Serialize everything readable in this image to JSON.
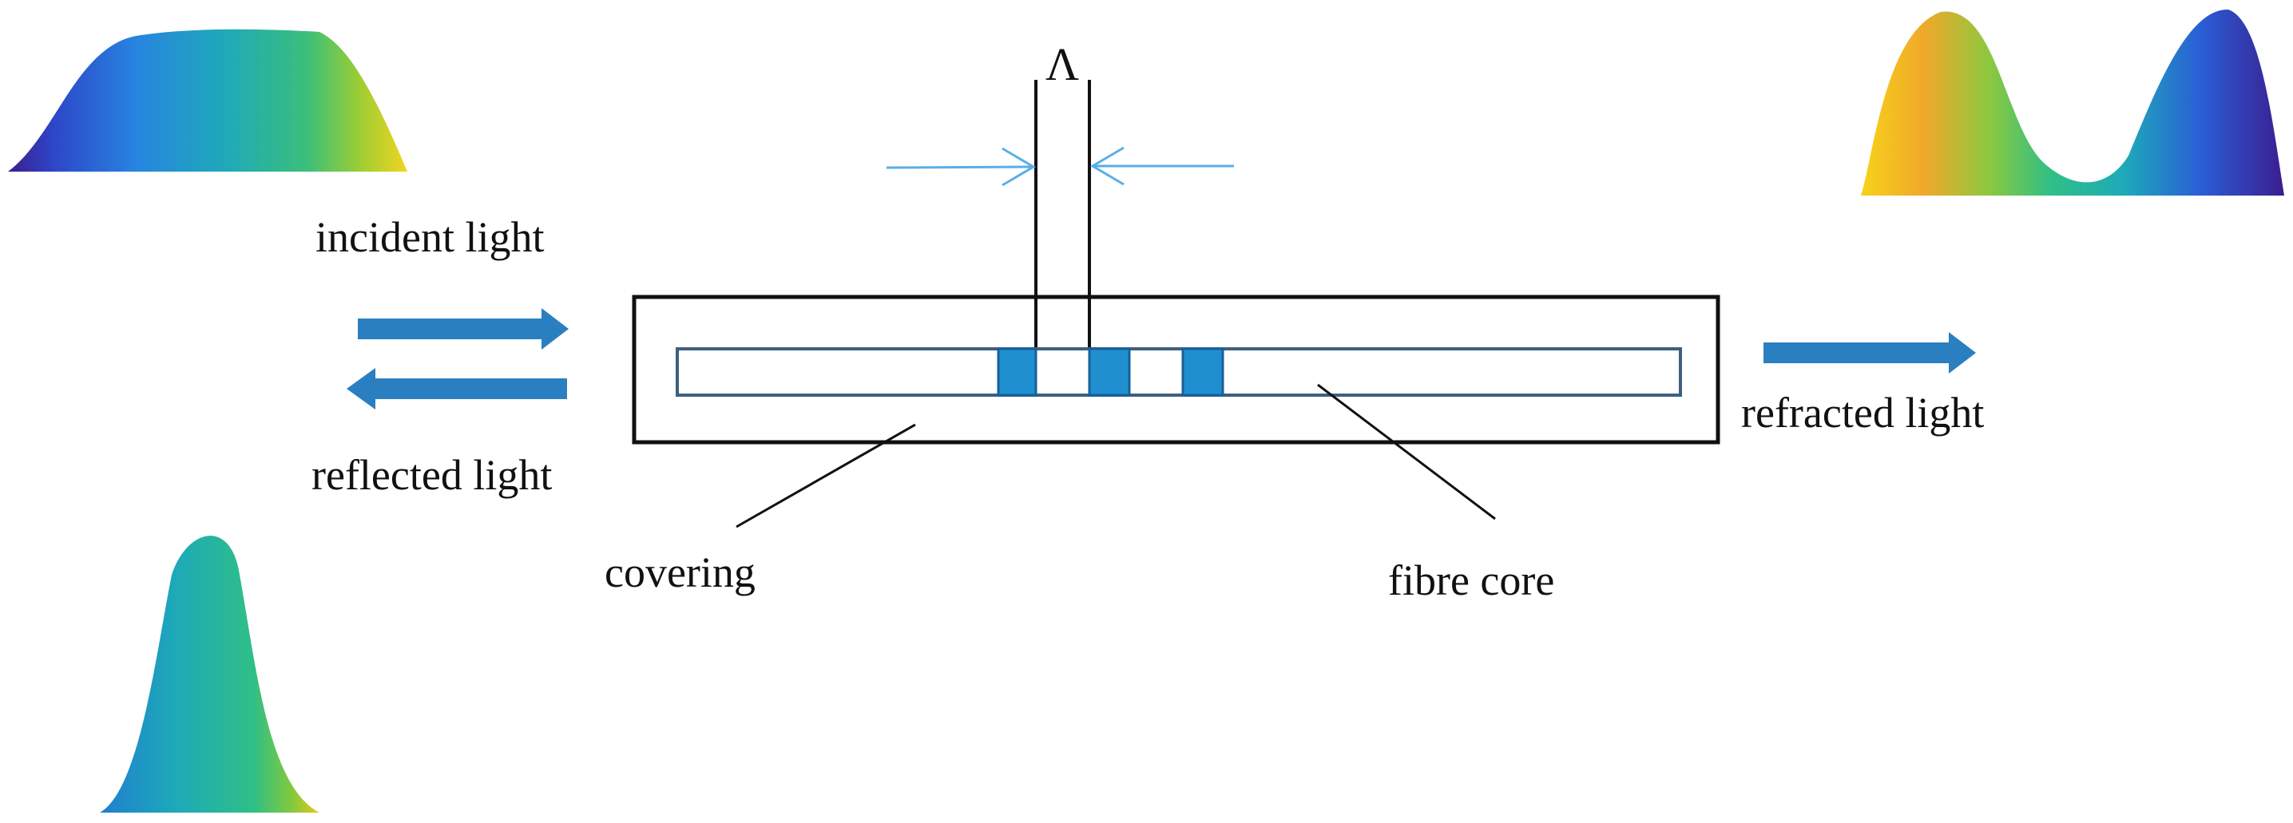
{
  "labels": {
    "period": "Λ",
    "incident": "incident light",
    "reflected": "reflected light",
    "refracted": "refracted light",
    "covering": "covering",
    "core": "fibre core"
  },
  "colors": {
    "line": "#111111",
    "core_border": "#3f5f7f",
    "grating": "#1f8fd0",
    "grating_border": "#17609a",
    "light_arrow": "#2a7fc0",
    "spacing_arrow": "#5aaee8",
    "spectrum_stops": [
      "#3b1d8f",
      "#2a5fd6",
      "#1f9ec8",
      "#22b58a",
      "#62c54a",
      "#c9d81e",
      "#f5d21c"
    ]
  },
  "spectra": [
    {
      "name": "incident-spectrum",
      "shape": "broad plateau",
      "gradient": "violet-to-yellow"
    },
    {
      "name": "reflected-spectrum",
      "shape": "narrow peak",
      "gradient": "teal-to-yellow"
    },
    {
      "name": "refracted-spectrum",
      "shape": "notched double peak",
      "gradient": "yellow-to-violet"
    }
  ],
  "grating": {
    "elements": 3
  }
}
